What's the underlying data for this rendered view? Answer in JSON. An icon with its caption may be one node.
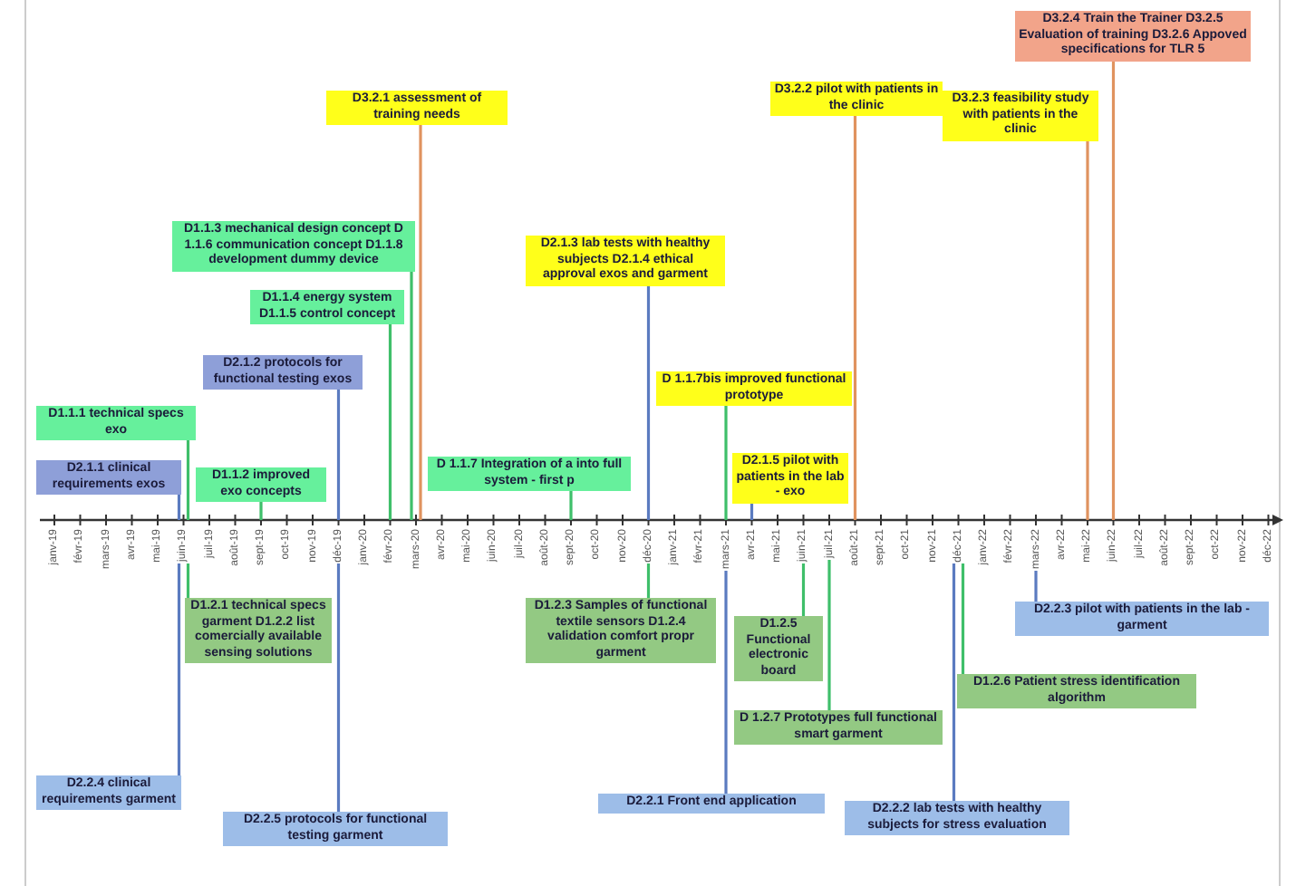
{
  "diagram": {
    "nodes": [
      {
        "text": [
          "D3.2.1 assessment of training needs"
        ]
      },
      {
        "text": [
          "D2.1.2 protocols for functional testing exos"
        ]
      },
      {
        "text": [
          "D2.1.1 clinical requirements exos"
        ]
      },
      {
        "text": [
          "D1.1.3 mechanical design concept D 1.1.6 communication concept D1.1.8 development dummy device"
        ]
      },
      {
        "text": [
          "D 1.1.7 Integration of a into full system - first p"
        ]
      },
      {
        "text": [
          "D1.1.2 improved exo concepts"
        ]
      },
      {
        "text": [
          "D1.1.1 technical specs exo"
        ]
      },
      {
        "text": [
          "D1.1.4 energy system D1.1.5 control concept"
        ]
      },
      {
        "text": [
          "D2.1.5 pilot with patients in the lab - exo"
        ]
      },
      {
        "text": [
          "D2.1.3 lab tests with healthy subjects D2.1.4 ethical approval exos and garment"
        ]
      },
      {
        "text": [
          "D 1.1.7bis improved functional prototype"
        ]
      },
      {
        "text": [
          "D3.2.2 pilot with patients in the clinic"
        ]
      },
      {
        "text": [
          "D3.2.4 Train the Trainer D3.2.5 Evaluation of training D3.2.6 Appoved specifications for TLR 5"
        ]
      },
      {
        "text": [
          "D3.2.3 feasibility study with patients in the clinic"
        ]
      },
      {
        "text": [
          "D1.2.1 technical specs garment D1.2.2 list comercially available sensing solutions"
        ]
      },
      {
        "text": [
          "D1.2.3 Samples of functional textile sensors D1.2.4 validation comfort propr garment"
        ]
      },
      {
        "text": [
          "D1.2.6 Patient stress identification algorithm"
        ]
      },
      {
        "text": [
          "D1.2.5 Functional electronic board"
        ]
      },
      {
        "text": [
          "D 1.2.7 Prototypes full functional smart garment"
        ]
      },
      {
        "text": [
          "D2.2.4 clinical requirements garment"
        ]
      },
      {
        "text": [
          "D2.2.5 protocols for functional testing garment"
        ]
      },
      {
        "text": [
          "D2.2.1 Front end application"
        ]
      },
      {
        "text": [
          "D2.2.2  lab tests with healthy subjects for stress evaluation"
        ]
      },
      {
        "text": [
          "D2.2.3 pilot with patients in the lab - garment"
        ]
      },
      {
        "text": [
          "janv-19"
        ]
      },
      {
        "text": [
          "févr-19"
        ]
      },
      {
        "text": [
          "mars-19"
        ]
      },
      {
        "text": [
          "avr-19"
        ]
      },
      {
        "text": [
          "mai-19"
        ]
      },
      {
        "text": [
          "juin-19"
        ]
      },
      {
        "text": [
          "juil-19"
        ]
      },
      {
        "text": [
          "août-19"
        ]
      },
      {
        "text": [
          "sept-19"
        ]
      },
      {
        "text": [
          "oct-19"
        ]
      },
      {
        "text": [
          "nov-19"
        ]
      },
      {
        "text": [
          "déc-19"
        ]
      },
      {
        "text": [
          "janv-20"
        ]
      },
      {
        "text": [
          "févr-20"
        ]
      },
      {
        "text": [
          "mars-20"
        ]
      },
      {
        "text": [
          "avr-20"
        ]
      },
      {
        "text": [
          "mai-20"
        ]
      },
      {
        "text": [
          "juin-20"
        ]
      },
      {
        "text": [
          "juil-20"
        ]
      },
      {
        "text": [
          "août-20"
        ]
      },
      {
        "text": [
          "sept-20"
        ]
      },
      {
        "text": [
          "oct-20"
        ]
      },
      {
        "text": [
          "nov-20"
        ]
      },
      {
        "text": [
          "déc-20"
        ]
      },
      {
        "text": [
          "janv-21"
        ]
      },
      {
        "text": [
          "févr-21"
        ]
      },
      {
        "text": [
          "mars-21"
        ]
      },
      {
        "text": [
          "avr-21"
        ]
      },
      {
        "text": [
          "mai-21"
        ]
      },
      {
        "text": [
          "juin-21"
        ]
      },
      {
        "text": [
          "juil-21"
        ]
      },
      {
        "text": [
          "août-21"
        ]
      },
      {
        "text": [
          "sept-21"
        ]
      },
      {
        "text": [
          "oct-21"
        ]
      },
      {
        "text": [
          "nov-21"
        ]
      },
      {
        "text": [
          "déc-21"
        ]
      },
      {
        "text": [
          "janv-22"
        ]
      },
      {
        "text": [
          "févr-22"
        ]
      },
      {
        "text": [
          "mars-22"
        ]
      },
      {
        "text": [
          "avr-22"
        ]
      },
      {
        "text": [
          "mai-22"
        ]
      },
      {
        "text": [
          "juin-22"
        ]
      },
      {
        "text": [
          "juil-22"
        ]
      },
      {
        "text": [
          "août-22"
        ]
      },
      {
        "text": [
          "sept-22"
        ]
      },
      {
        "text": [
          "oct-22"
        ]
      },
      {
        "text": [
          "nov-22"
        ]
      },
      {
        "text": [
          "déc-22"
        ]
      }
    ],
    "edges": [
      {
        "from": 0,
        "to": 38,
        "arrow": "none",
        "color": "#e0935f"
      },
      {
        "from": 1,
        "to": 35,
        "arrow": "none",
        "color": "#5b7bc0"
      },
      {
        "from": 2,
        "to": 29,
        "arrow": "none",
        "color": "#5b7bc0"
      },
      {
        "from": 3,
        "to": 38,
        "arrow": "none"
      },
      {
        "from": 4,
        "to": 44,
        "arrow": "none"
      },
      {
        "from": 5,
        "to": 32,
        "arrow": "none"
      },
      {
        "from": 6,
        "to": 29,
        "arrow": "none"
      },
      {
        "from": 7,
        "to": 37,
        "arrow": "none"
      },
      {
        "from": 8,
        "to": 51,
        "arrow": "none",
        "color": "#5b7bc0"
      },
      {
        "from": 9,
        "to": 47,
        "arrow": "none",
        "color": "#5b7bc0"
      },
      {
        "from": 10,
        "to": 50,
        "arrow": "none"
      },
      {
        "from": 11,
        "to": 55,
        "arrow": "none",
        "color": "#e0935f"
      },
      {
        "from": 12,
        "to": 65,
        "arrow": "none",
        "color": "#e0935f"
      },
      {
        "from": 13,
        "to": 64,
        "arrow": "none",
        "color": "#e0935f"
      },
      {
        "from": 14,
        "to": 29,
        "arrow": "none"
      },
      {
        "from": 15,
        "to": 47,
        "arrow": "none"
      },
      {
        "from": 16,
        "to": 59,
        "arrow": "none"
      },
      {
        "from": 17,
        "to": 53,
        "arrow": "none"
      },
      {
        "from": 18,
        "to": 54,
        "arrow": "none"
      },
      {
        "from": 19,
        "to": 29,
        "arrow": "none",
        "color": "#5b7bc0"
      },
      {
        "from": 20,
        "to": 35,
        "arrow": "none",
        "color": "#5b7bc0"
      },
      {
        "from": 21,
        "to": 50,
        "arrow": "none",
        "color": "#5b7bc0"
      },
      {
        "from": 22,
        "to": 59,
        "arrow": "none",
        "color": "#5b7bc0"
      },
      {
        "from": 23,
        "to": 62,
        "arrow": "none",
        "color": "#5b7bc0"
      }
    ]
  }
}
